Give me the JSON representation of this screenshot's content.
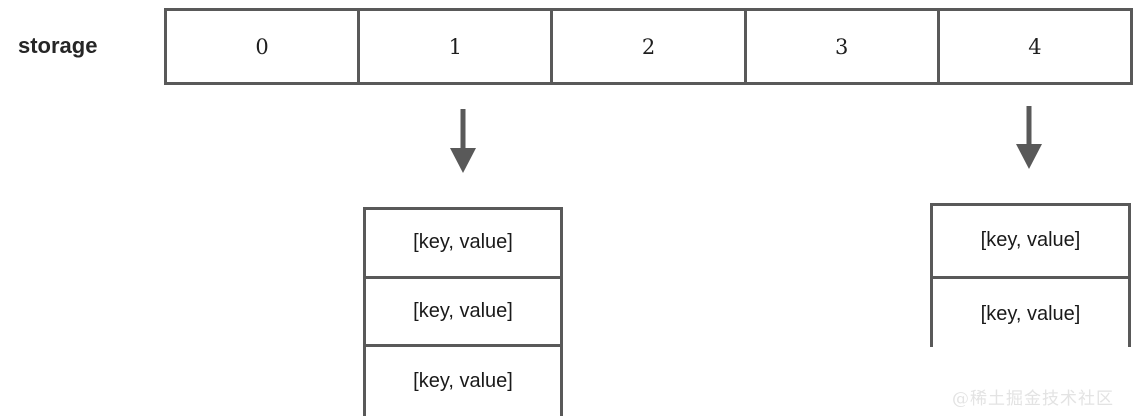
{
  "diagram": {
    "title": "hash-table-storage-diagram",
    "label": "storage",
    "array": {
      "name": "storage-array",
      "cells": [
        "0",
        "1",
        "2",
        "3",
        "4"
      ]
    },
    "arrows": [
      {
        "name": "arrow-from-slot-1",
        "from_slot": "1",
        "to_bucket": "bucket-left"
      },
      {
        "name": "arrow-from-slot-4",
        "from_slot": "4",
        "to_bucket": "bucket-right"
      }
    ],
    "buckets": [
      {
        "name": "bucket-left",
        "source_slot": "1",
        "entries": [
          "[key, value]",
          "[key, value]",
          "[key, value]"
        ]
      },
      {
        "name": "bucket-right",
        "source_slot": "4",
        "entries": [
          "[key, value]",
          "[key, value]"
        ]
      }
    ],
    "watermark": "@稀土掘金技术社区",
    "colors": {
      "stroke": "#595959",
      "text": "#1a1a1a",
      "label": "#262626",
      "background": "#ffffff",
      "watermark": "#e3e3e3"
    }
  }
}
